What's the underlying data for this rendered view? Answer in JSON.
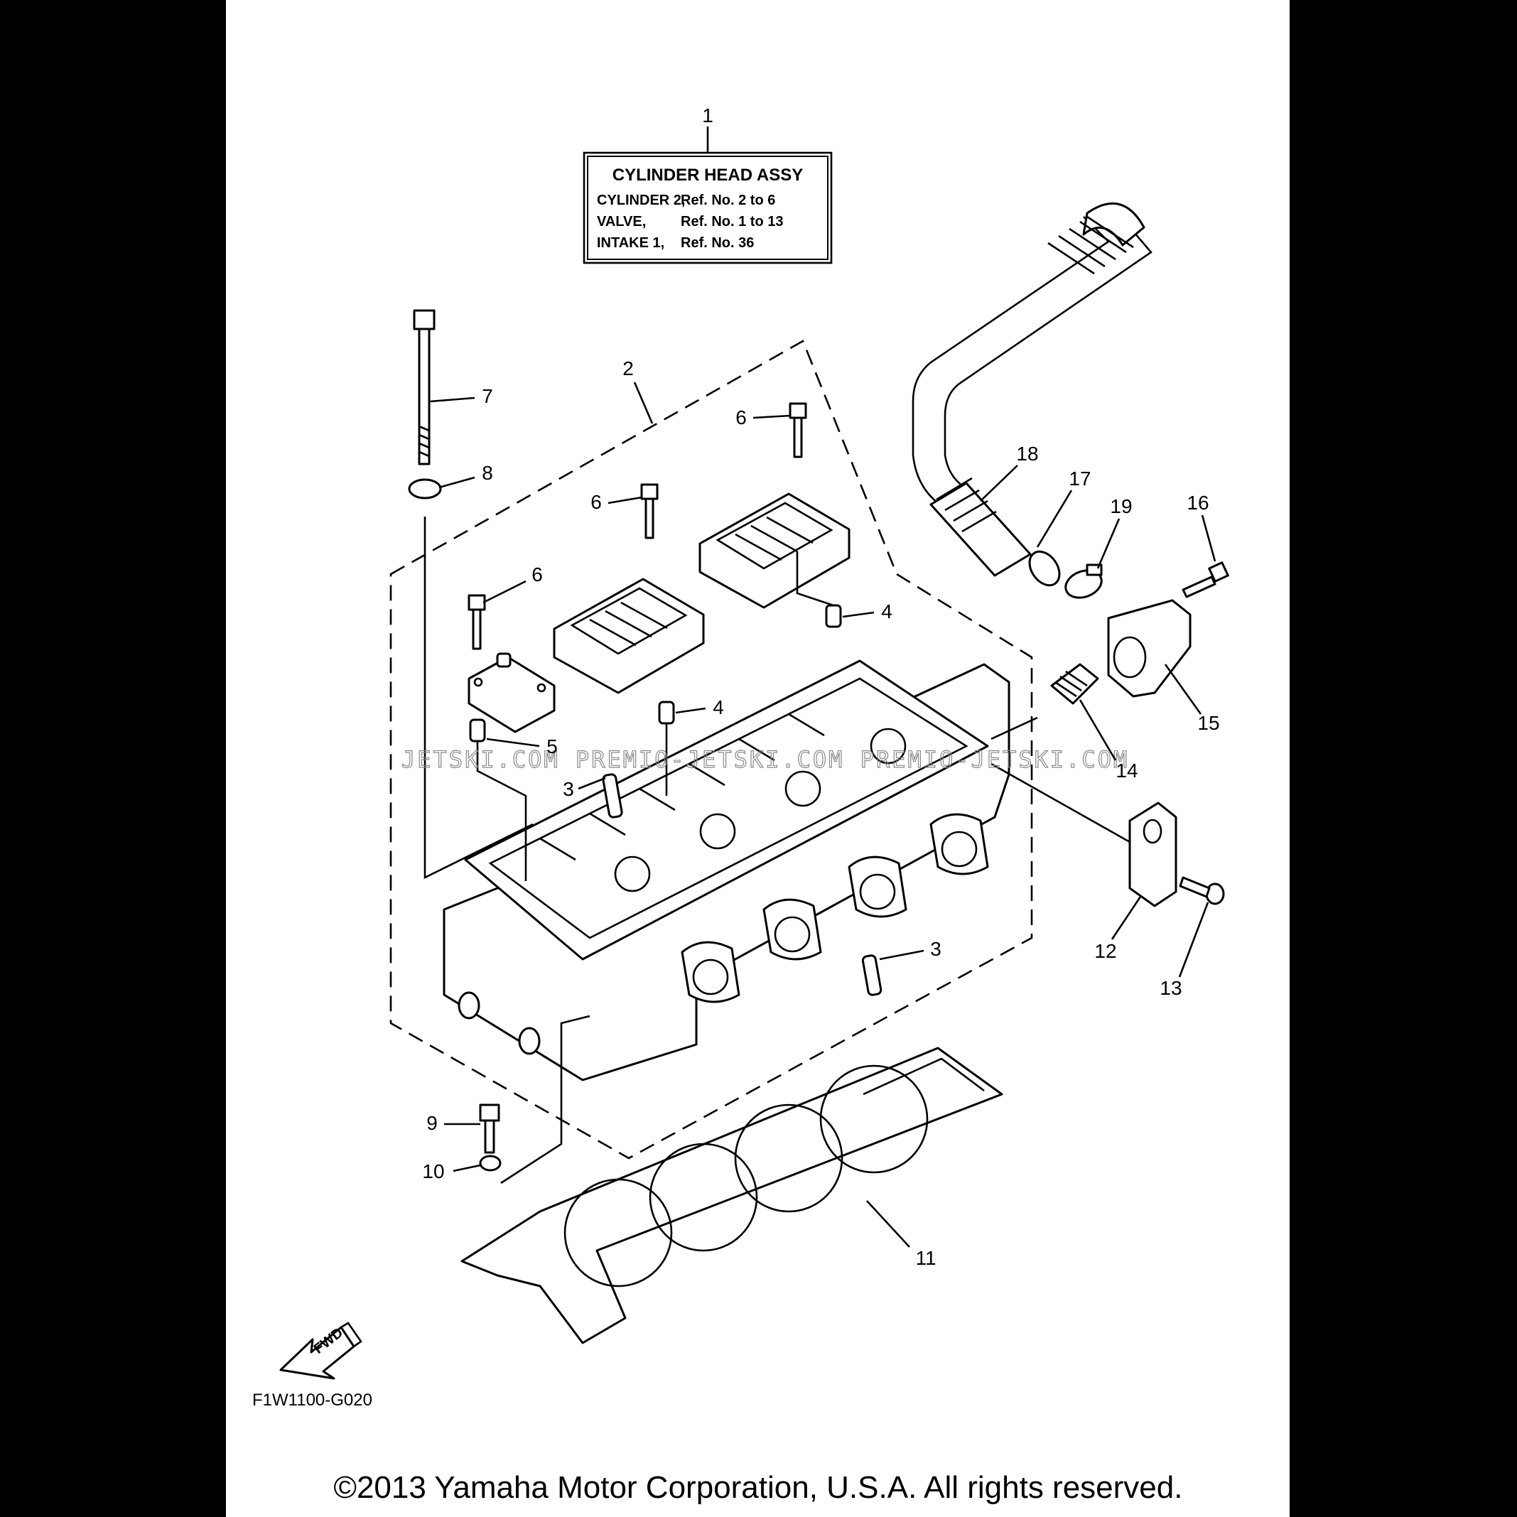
{
  "legend_box": {
    "title": "CYLINDER HEAD ASSY",
    "lines": [
      {
        "name": "CYLINDER 2,",
        "ref": "Ref. No. 2 to 6"
      },
      {
        "name": "VALVE,",
        "ref": "Ref. No. 1 to 13"
      },
      {
        "name": "INTAKE 1,",
        "ref": "Ref. No. 36"
      }
    ]
  },
  "callouts": {
    "c1": "1",
    "c2": "2",
    "c3a": "3",
    "c3b": "3",
    "c4a": "4",
    "c4b": "4",
    "c5": "5",
    "c6a": "6",
    "c6b": "6",
    "c6c": "6",
    "c7": "7",
    "c8": "8",
    "c9": "9",
    "c10": "10",
    "c11": "11",
    "c12": "12",
    "c13": "13",
    "c14": "14",
    "c15": "15",
    "c16": "16",
    "c17": "17",
    "c18": "18",
    "c19": "19"
  },
  "watermark": "JETSKI.COM   PREMIO-JETSKI.COM   PREMIO-JETSKI.COM",
  "fwd_label": "FWD",
  "diagram_code": "F1W1100-G020",
  "copyright": "©2013 Yamaha Motor Corporation, U.S.A. All rights reserved."
}
